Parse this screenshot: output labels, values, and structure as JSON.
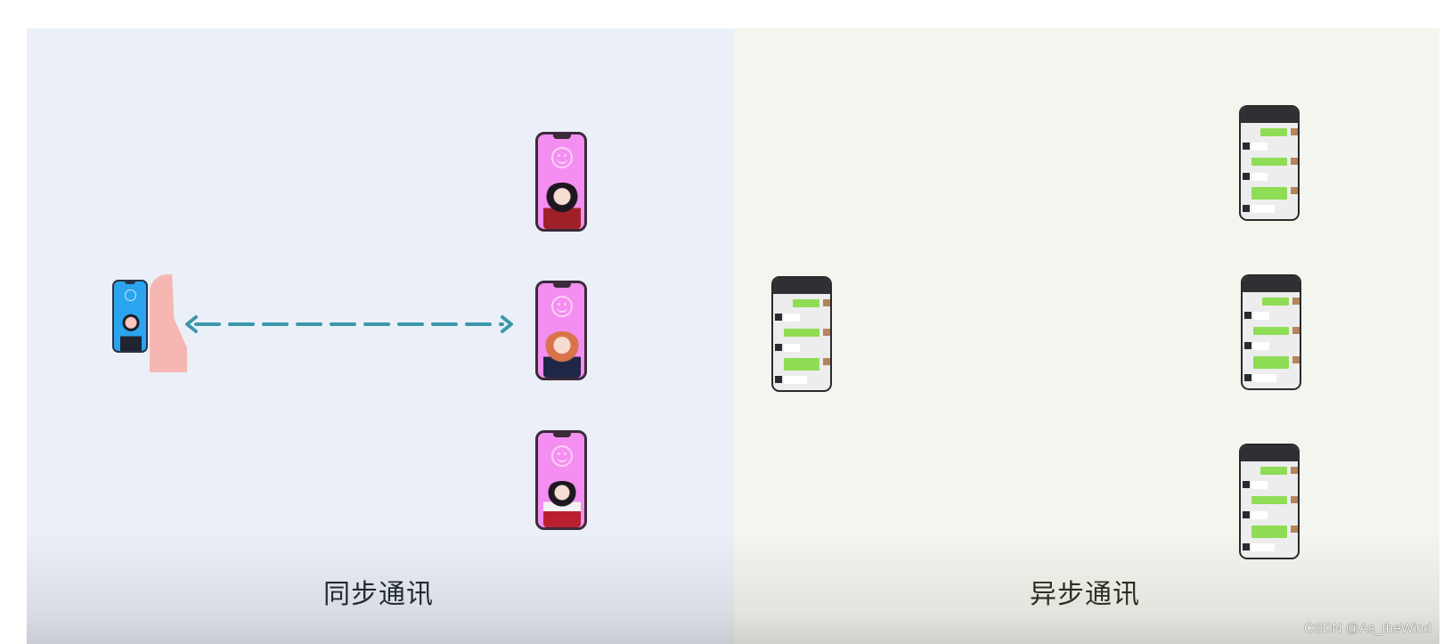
{
  "diagram": {
    "left_section": {
      "caption": "同步通讯",
      "background": "#ebeff7",
      "sender": {
        "icon": "hand-held-phone-icon",
        "screen_color": "#2aa4ee"
      },
      "arrow": {
        "style": "dashed",
        "direction": "bidirectional",
        "color": "#3b98ac"
      },
      "receivers": [
        {
          "icon": "pink-phone-icon",
          "character": "anime-girl-twintails",
          "screen_color": "#f48ef0"
        },
        {
          "icon": "pink-phone-icon",
          "character": "anime-girl-fox",
          "screen_color": "#f48ef0"
        },
        {
          "icon": "pink-phone-icon",
          "character": "anime-girl-shrine",
          "screen_color": "#f48ef0"
        }
      ]
    },
    "right_section": {
      "caption": "异步通讯",
      "background": "#f3f6ee",
      "sender": {
        "icon": "chat-phone-icon"
      },
      "receivers": [
        {
          "icon": "chat-phone-icon"
        },
        {
          "icon": "chat-phone-icon"
        },
        {
          "icon": "chat-phone-icon"
        }
      ]
    }
  },
  "watermark": "CSDN @As_theWind"
}
